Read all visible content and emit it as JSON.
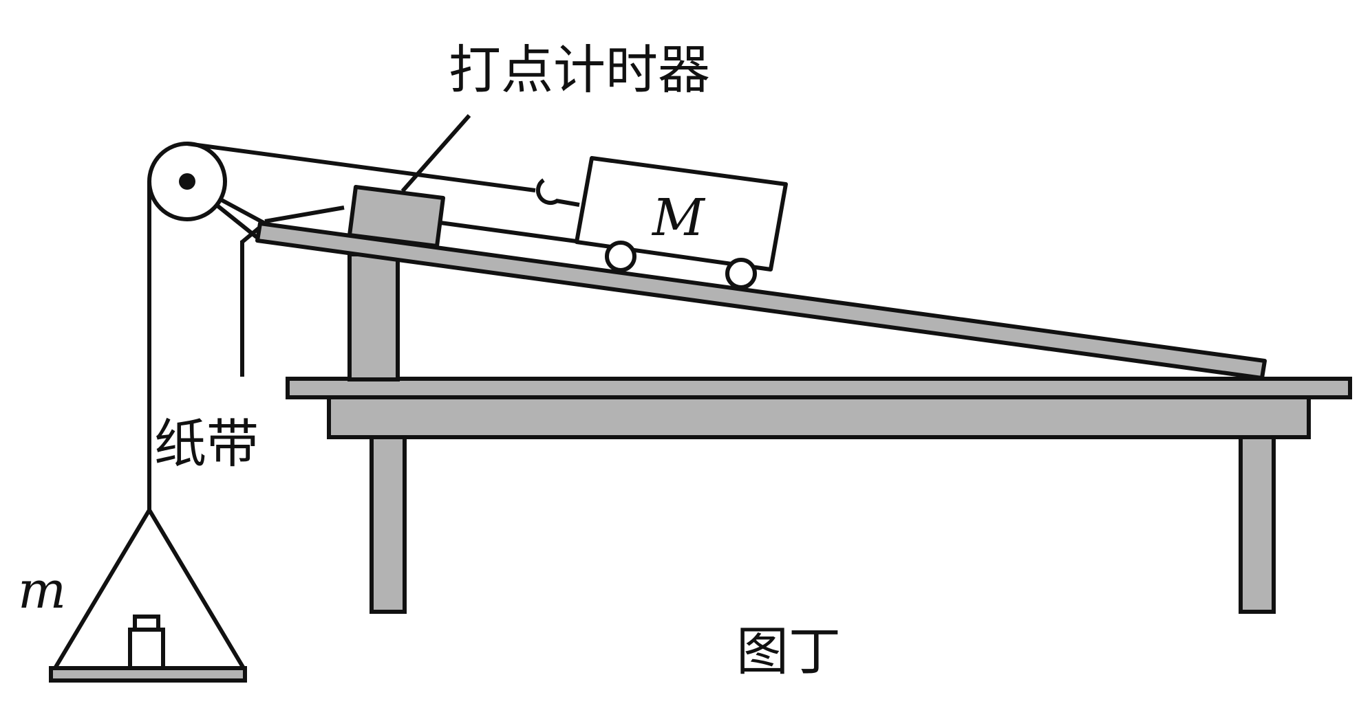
{
  "labels": {
    "timer": "打点计时器",
    "tape": "纸带",
    "cart_mass": "M",
    "hanging_mass": "m",
    "caption": "图丁"
  },
  "colors": {
    "line": "#111111",
    "fill_gray": "#b3b3b3",
    "background": "#ffffff"
  }
}
